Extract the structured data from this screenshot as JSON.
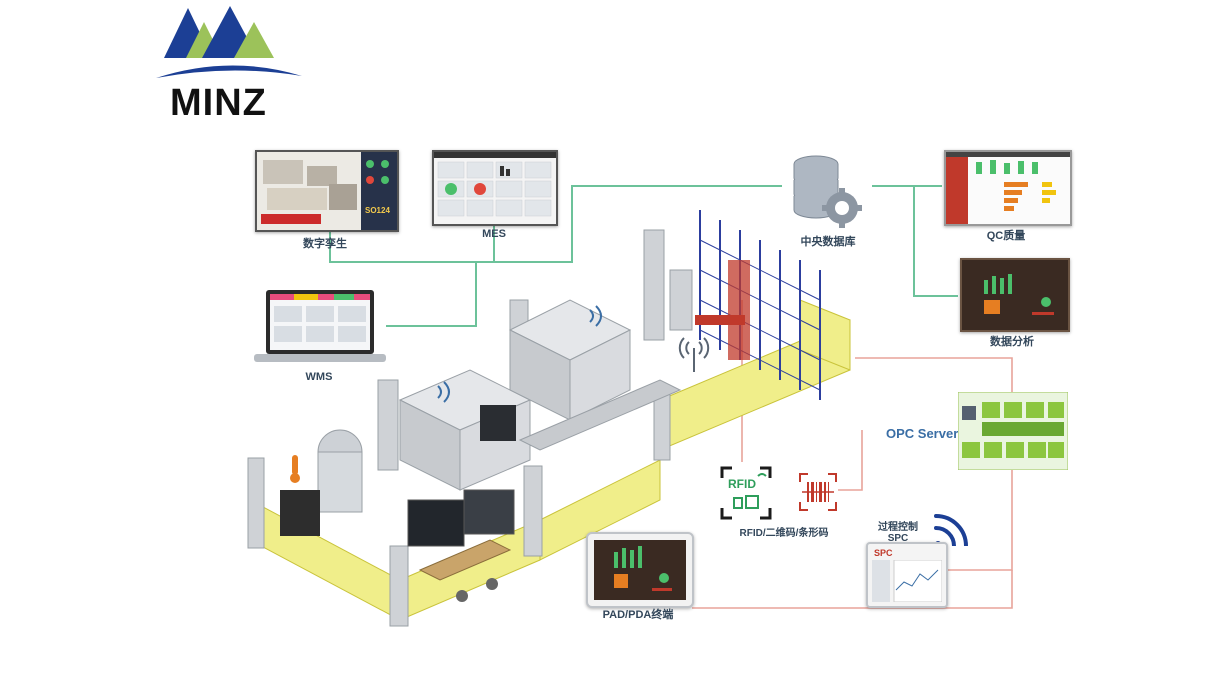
{
  "logo": {
    "text": "MINZ",
    "colors": {
      "blue": "#1c3f95",
      "green": "#9cc25a"
    }
  },
  "nodes": {
    "digital_twin": {
      "label": "数字孪生",
      "screen_lines": [
        "SO124"
      ]
    },
    "mes": {
      "label": "MES"
    },
    "central_db": {
      "label": "中央数据库"
    },
    "qc": {
      "label": "QC质量"
    },
    "data_analysis": {
      "label": "数据分析"
    },
    "wms": {
      "label": "WMS"
    },
    "opc_server": {
      "label": "OPC Server"
    },
    "rfid": {
      "label": "RFID/二维码/条形码",
      "icon_text": "RFID"
    },
    "spc": {
      "label_line1": "过程控制",
      "label_line2": "SPC",
      "icon_text": "SPC"
    },
    "pad": {
      "label": "PAD/PDA终端"
    }
  },
  "colors": {
    "green_line": "#6cc29a",
    "red_line": "#e8a39a",
    "fence": "#e3e055",
    "machine": "#d9dbdf"
  }
}
